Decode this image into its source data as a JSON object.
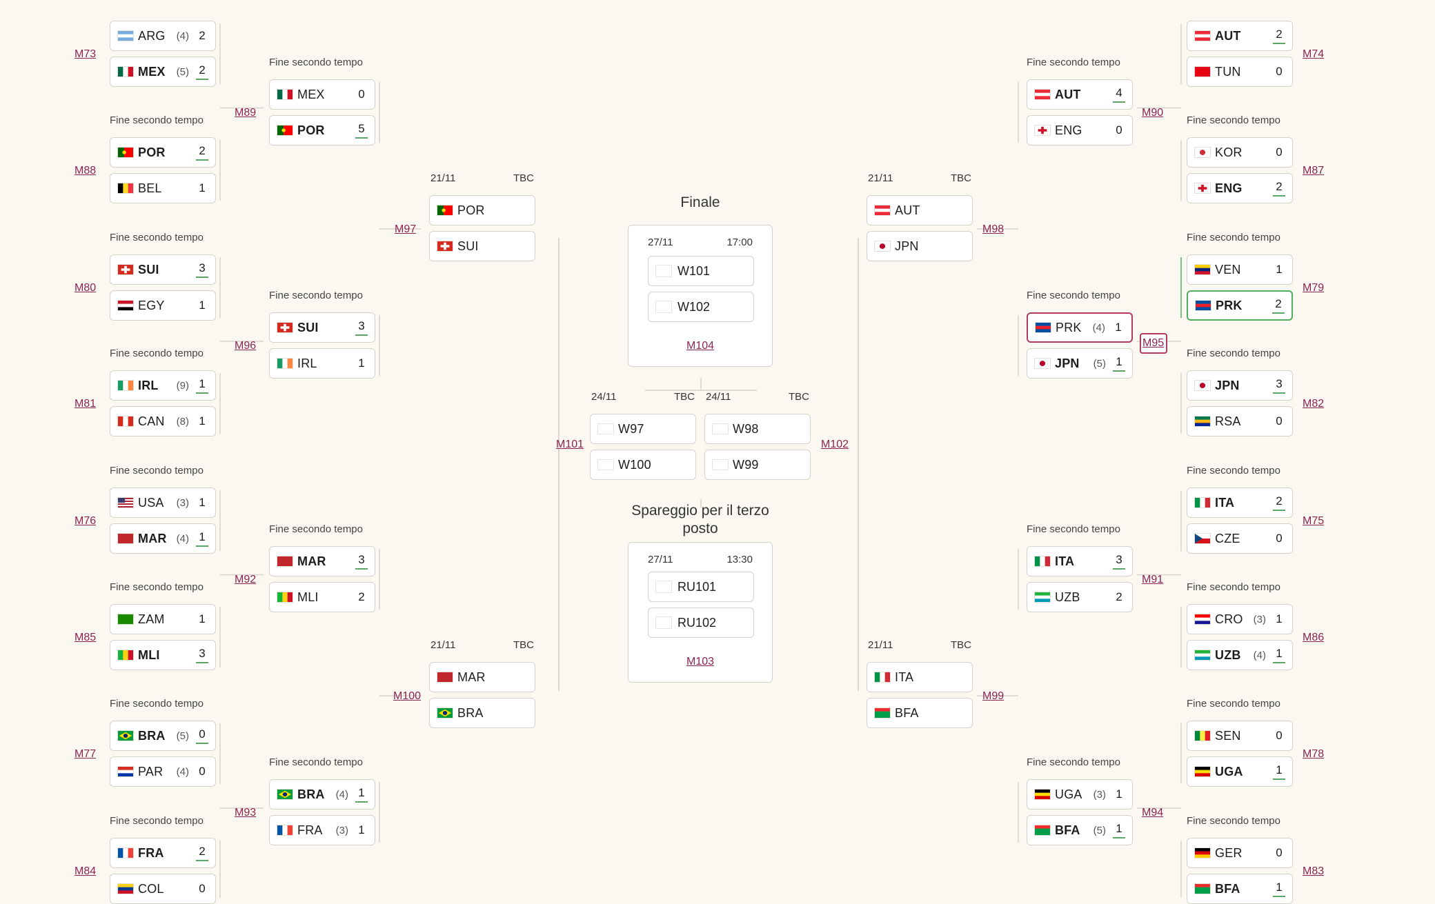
{
  "caption_ft": "Fine secondo tempo",
  "flags": {
    "ARG": {
      "type": "h",
      "colors": [
        "#74acdf",
        "#ffffff",
        "#74acdf"
      ]
    },
    "MEX": {
      "type": "v",
      "colors": [
        "#006847",
        "#ffffff",
        "#ce1126"
      ]
    },
    "POR": {
      "type": "v2",
      "colors": [
        "#006600",
        "#ff0000"
      ]
    },
    "BEL": {
      "type": "v",
      "colors": [
        "#000000",
        "#fdda24",
        "#ef3340"
      ]
    },
    "SUI": {
      "type": "cross",
      "colors": [
        "#d52b1e",
        "#ffffff"
      ]
    },
    "EGY": {
      "type": "h",
      "colors": [
        "#ce1126",
        "#ffffff",
        "#000000"
      ]
    },
    "IRL": {
      "type": "v",
      "colors": [
        "#169b62",
        "#ffffff",
        "#ff883e"
      ]
    },
    "CAN": {
      "type": "v",
      "colors": [
        "#d52b1e",
        "#ffffff",
        "#d52b1e"
      ]
    },
    "USA": {
      "type": "stripes",
      "colors": [
        "#b22234",
        "#ffffff",
        "#3c3b6e"
      ]
    },
    "MAR": {
      "type": "solid",
      "colors": [
        "#c1272d"
      ]
    },
    "ZAM": {
      "type": "solid",
      "colors": [
        "#198a00"
      ]
    },
    "MLI": {
      "type": "v",
      "colors": [
        "#14b53a",
        "#fcd116",
        "#ce1126"
      ]
    },
    "BRA": {
      "type": "diamond",
      "colors": [
        "#009c3b",
        "#ffdf00",
        "#002776"
      ]
    },
    "PAR": {
      "type": "h",
      "colors": [
        "#d52b1e",
        "#ffffff",
        "#0038a8"
      ]
    },
    "FRA": {
      "type": "v",
      "colors": [
        "#0055a4",
        "#ffffff",
        "#ef4135"
      ]
    },
    "COL": {
      "type": "h",
      "colors": [
        "#fcd116",
        "#003893",
        "#ce1126"
      ]
    },
    "AUT": {
      "type": "h",
      "colors": [
        "#ed2939",
        "#ffffff",
        "#ed2939"
      ]
    },
    "TUN": {
      "type": "solid",
      "colors": [
        "#e70013"
      ]
    },
    "ENG": {
      "type": "cross",
      "colors": [
        "#ffffff",
        "#ce1124"
      ]
    },
    "KOR": {
      "type": "circle",
      "colors": [
        "#ffffff",
        "#cd2e3a"
      ]
    },
    "VEN": {
      "type": "h",
      "colors": [
        "#ffcc00",
        "#00247d",
        "#cf142b"
      ]
    },
    "PRK": {
      "type": "h",
      "colors": [
        "#024fa2",
        "#ed1c27",
        "#024fa2"
      ]
    },
    "JPN": {
      "type": "circle",
      "colors": [
        "#ffffff",
        "#bc002d"
      ]
    },
    "RSA": {
      "type": "h",
      "colors": [
        "#007a4d",
        "#ffb612",
        "#002395"
      ]
    },
    "ITA": {
      "type": "v",
      "colors": [
        "#009246",
        "#ffffff",
        "#ce2b37"
      ]
    },
    "CZE": {
      "type": "h2",
      "colors": [
        "#ffffff",
        "#d7141a",
        "#11457e"
      ]
    },
    "UZB": {
      "type": "h",
      "colors": [
        "#1eb53a",
        "#ffffff",
        "#0099b5"
      ]
    },
    "CRO": {
      "type": "h",
      "colors": [
        "#ff0000",
        "#ffffff",
        "#171796"
      ]
    },
    "SEN": {
      "type": "v",
      "colors": [
        "#00853f",
        "#fdef42",
        "#e31b23"
      ]
    },
    "UGA": {
      "type": "h",
      "colors": [
        "#000000",
        "#fcdc04",
        "#d90000"
      ]
    },
    "GER": {
      "type": "h",
      "colors": [
        "#000000",
        "#dd0000",
        "#ffce00"
      ]
    },
    "BFA": {
      "type": "h",
      "colors": [
        "#ef2b2d",
        "#009e49",
        "#009e49"
      ]
    }
  },
  "r32": [
    {
      "id": "M73",
      "side": "L",
      "teams": [
        {
          "code": "ARG",
          "pen": "(4)",
          "score": "2"
        },
        {
          "code": "MEX",
          "pen": "(5)",
          "score": "2",
          "win": true
        }
      ],
      "caption": ""
    },
    {
      "id": "M88",
      "side": "L",
      "teams": [
        {
          "code": "POR",
          "score": "2",
          "win": true
        },
        {
          "code": "BEL",
          "score": "1"
        }
      ],
      "caption": "Fine secondo tempo"
    },
    {
      "id": "M80",
      "side": "L",
      "teams": [
        {
          "code": "SUI",
          "score": "3",
          "win": true
        },
        {
          "code": "EGY",
          "score": "1"
        }
      ],
      "caption": "Fine secondo tempo"
    },
    {
      "id": "M81",
      "side": "L",
      "teams": [
        {
          "code": "IRL",
          "pen": "(9)",
          "score": "1",
          "win": true
        },
        {
          "code": "CAN",
          "pen": "(8)",
          "score": "1"
        }
      ],
      "caption": "Fine secondo tempo"
    },
    {
      "id": "M76",
      "side": "L",
      "teams": [
        {
          "code": "USA",
          "pen": "(3)",
          "score": "1"
        },
        {
          "code": "MAR",
          "pen": "(4)",
          "score": "1",
          "win": true
        }
      ],
      "caption": "Fine secondo tempo"
    },
    {
      "id": "M85",
      "side": "L",
      "teams": [
        {
          "code": "ZAM",
          "score": "1"
        },
        {
          "code": "MLI",
          "score": "3",
          "win": true
        }
      ],
      "caption": "Fine secondo tempo"
    },
    {
      "id": "M77",
      "side": "L",
      "teams": [
        {
          "code": "BRA",
          "pen": "(5)",
          "score": "0",
          "win": true
        },
        {
          "code": "PAR",
          "pen": "(4)",
          "score": "0"
        }
      ],
      "caption": "Fine secondo tempo"
    },
    {
      "id": "M84",
      "side": "L",
      "teams": [
        {
          "code": "FRA",
          "score": "2",
          "win": true
        },
        {
          "code": "COL",
          "score": "0"
        }
      ],
      "caption": "Fine secondo tempo"
    },
    {
      "id": "M74",
      "side": "R",
      "teams": [
        {
          "code": "AUT",
          "score": "2",
          "win": true
        },
        {
          "code": "TUN",
          "score": "0"
        }
      ],
      "caption": ""
    },
    {
      "id": "M87",
      "side": "R",
      "teams": [
        {
          "code": "KOR",
          "score": "0"
        },
        {
          "code": "ENG",
          "score": "2",
          "win": true
        }
      ],
      "caption": "Fine secondo tempo"
    },
    {
      "id": "M79",
      "side": "R",
      "teams": [
        {
          "code": "VEN",
          "score": "1"
        },
        {
          "code": "PRK",
          "score": "2",
          "win": true,
          "hlg": true
        }
      ],
      "caption": "Fine secondo tempo"
    },
    {
      "id": "M82",
      "side": "R",
      "teams": [
        {
          "code": "JPN",
          "score": "3",
          "win": true
        },
        {
          "code": "RSA",
          "score": "0"
        }
      ],
      "caption": "Fine secondo tempo"
    },
    {
      "id": "M75",
      "side": "R",
      "teams": [
        {
          "code": "ITA",
          "score": "2",
          "win": true
        },
        {
          "code": "CZE",
          "score": "0"
        }
      ],
      "caption": "Fine secondo tempo"
    },
    {
      "id": "M86",
      "side": "R",
      "teams": [
        {
          "code": "CRO",
          "pen": "(3)",
          "score": "1"
        },
        {
          "code": "UZB",
          "pen": "(4)",
          "score": "1",
          "win": true
        }
      ],
      "caption": "Fine secondo tempo"
    },
    {
      "id": "M78",
      "side": "R",
      "teams": [
        {
          "code": "SEN",
          "score": "0"
        },
        {
          "code": "UGA",
          "score": "1",
          "win": true
        }
      ],
      "caption": "Fine secondo tempo"
    },
    {
      "id": "M83",
      "side": "R",
      "teams": [
        {
          "code": "GER",
          "score": "0"
        },
        {
          "code": "BFA",
          "score": "1",
          "win": true
        }
      ],
      "caption": "Fine secondo tempo"
    }
  ],
  "r16": [
    {
      "id": "M89",
      "side": "L",
      "teams": [
        {
          "code": "MEX",
          "score": "0"
        },
        {
          "code": "POR",
          "score": "5",
          "win": true
        }
      ],
      "caption": "Fine secondo tempo"
    },
    {
      "id": "M96",
      "side": "L",
      "teams": [
        {
          "code": "SUI",
          "score": "3",
          "win": true
        },
        {
          "code": "IRL",
          "score": "1"
        }
      ],
      "caption": "Fine secondo tempo"
    },
    {
      "id": "M92",
      "side": "L",
      "teams": [
        {
          "code": "MAR",
          "score": "3",
          "win": true
        },
        {
          "code": "MLI",
          "score": "2"
        }
      ],
      "caption": "Fine secondo tempo"
    },
    {
      "id": "M93",
      "side": "L",
      "teams": [
        {
          "code": "BRA",
          "pen": "(4)",
          "score": "1",
          "win": true
        },
        {
          "code": "FRA",
          "pen": "(3)",
          "score": "1"
        }
      ],
      "caption": "Fine secondo tempo"
    },
    {
      "id": "M90",
      "side": "R",
      "teams": [
        {
          "code": "AUT",
          "score": "4",
          "win": true
        },
        {
          "code": "ENG",
          "score": "0"
        }
      ],
      "caption": "Fine secondo tempo"
    },
    {
      "id": "M95",
      "side": "R",
      "teams": [
        {
          "code": "PRK",
          "pen": "(4)",
          "score": "1",
          "hl": true
        },
        {
          "code": "JPN",
          "pen": "(5)",
          "score": "1",
          "win": true
        }
      ],
      "caption": "Fine secondo tempo"
    },
    {
      "id": "M91",
      "side": "R",
      "teams": [
        {
          "code": "ITA",
          "score": "3",
          "win": true
        },
        {
          "code": "UZB",
          "score": "2"
        }
      ],
      "caption": "Fine secondo tempo"
    },
    {
      "id": "M94",
      "side": "R",
      "teams": [
        {
          "code": "UGA",
          "pen": "(3)",
          "score": "1"
        },
        {
          "code": "BFA",
          "pen": "(5)",
          "score": "1",
          "win": true
        }
      ],
      "caption": "Fine secondo tempo"
    }
  ],
  "qf": [
    {
      "id": "M97",
      "side": "L",
      "date": "21/11",
      "time": "TBC",
      "teams": [
        {
          "code": "POR"
        },
        {
          "code": "SUI"
        }
      ]
    },
    {
      "id": "M100",
      "side": "L",
      "date": "21/11",
      "time": "TBC",
      "teams": [
        {
          "code": "MAR"
        },
        {
          "code": "BRA"
        }
      ]
    },
    {
      "id": "M98",
      "side": "R",
      "date": "21/11",
      "time": "TBC",
      "teams": [
        {
          "code": "AUT"
        },
        {
          "code": "JPN"
        }
      ]
    },
    {
      "id": "M99",
      "side": "R",
      "date": "21/11",
      "time": "TBC",
      "teams": [
        {
          "code": "ITA"
        },
        {
          "code": "BFA"
        }
      ]
    }
  ],
  "sf": [
    {
      "id": "M101",
      "date": "24/11",
      "time": "TBC",
      "slots": [
        "W97",
        "W100"
      ]
    },
    {
      "id": "M102",
      "date": "24/11",
      "time": "TBC",
      "slots": [
        "W98",
        "W99"
      ]
    }
  ],
  "final": {
    "title": "Finale",
    "date": "27/11",
    "time": "17:00",
    "slots": [
      "W101",
      "W102"
    ],
    "id": "M104"
  },
  "third": {
    "title": "Spareggio per il terzo posto",
    "date": "27/11",
    "time": "13:30",
    "slots": [
      "RU101",
      "RU102"
    ],
    "id": "M103"
  }
}
